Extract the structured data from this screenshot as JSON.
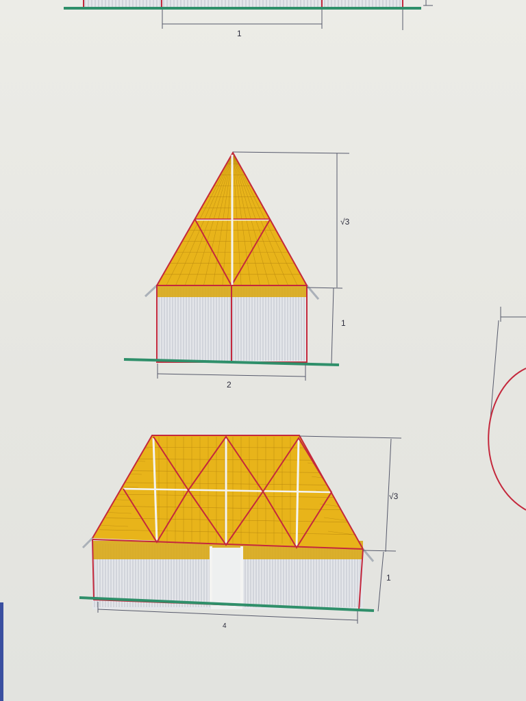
{
  "colors": {
    "roof_fill": "#e8b41a",
    "roof_band": "#d9a816",
    "frame_red": "#c4283c",
    "ground_green": "#2f8f6a",
    "dimension_line": "#55586a",
    "wall_fill": "#e4e6ea",
    "wall_slat": "#8f97a6",
    "post_white": "#f4f4f2"
  },
  "labels": {
    "top_width": "1",
    "middle_height_roof": "√3",
    "middle_height_wall": "1",
    "middle_width": "2",
    "bottom_height_roof": "√3",
    "bottom_height_wall": "1",
    "bottom_width": "4"
  }
}
